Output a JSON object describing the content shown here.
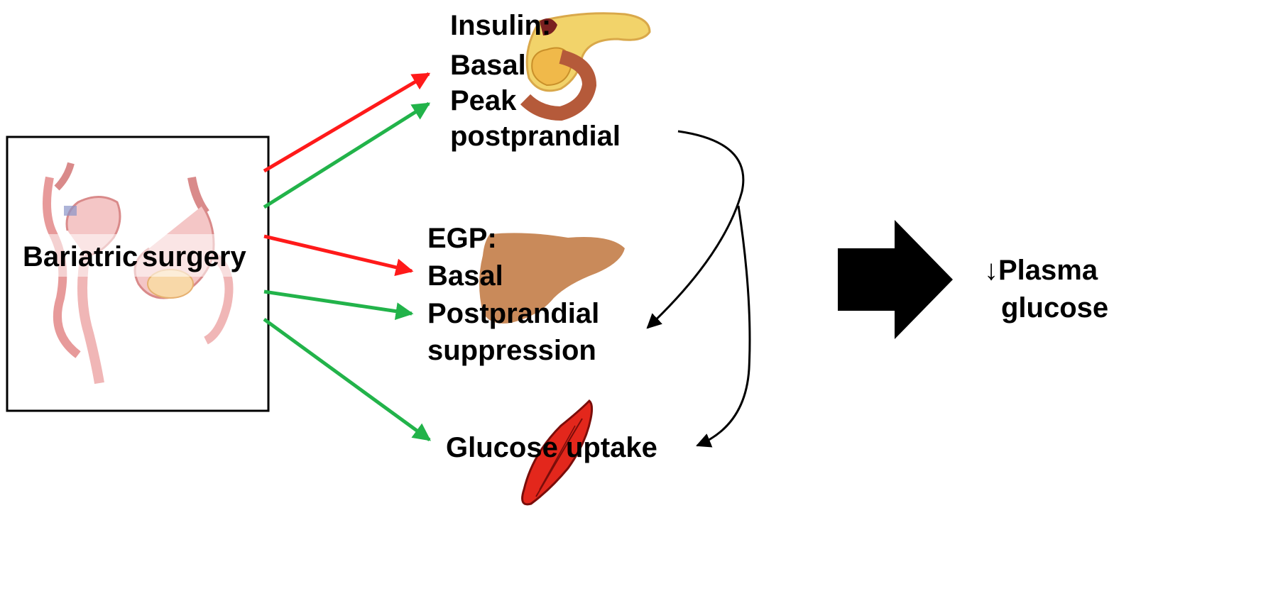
{
  "surgery": {
    "label_left": "Bariatric",
    "label_right": "surgery"
  },
  "insulin": {
    "lines": [
      "Insulin:",
      "Basal",
      "Peak",
      "postprandial"
    ]
  },
  "egp": {
    "lines": [
      "EGP:",
      "Basal",
      "Postprandial",
      "suppression"
    ]
  },
  "muscle": {
    "label": "Glucose uptake"
  },
  "outcome": {
    "line1": "↓Plasma",
    "line2": "glucose"
  },
  "colors": {
    "increase_arrow": "#ff1a1a",
    "decrease_arrow": "#22b34a",
    "pancreas": "#f2c84b",
    "liver": "#c98a5a",
    "muscle": "#e3271c",
    "stomach": "#f2b9b9"
  },
  "icons": [
    "pancreas-icon",
    "liver-icon",
    "muscle-icon",
    "stomach-bypass-icon",
    "sleeve-gastrectomy-icon",
    "big-right-arrow-icon"
  ]
}
